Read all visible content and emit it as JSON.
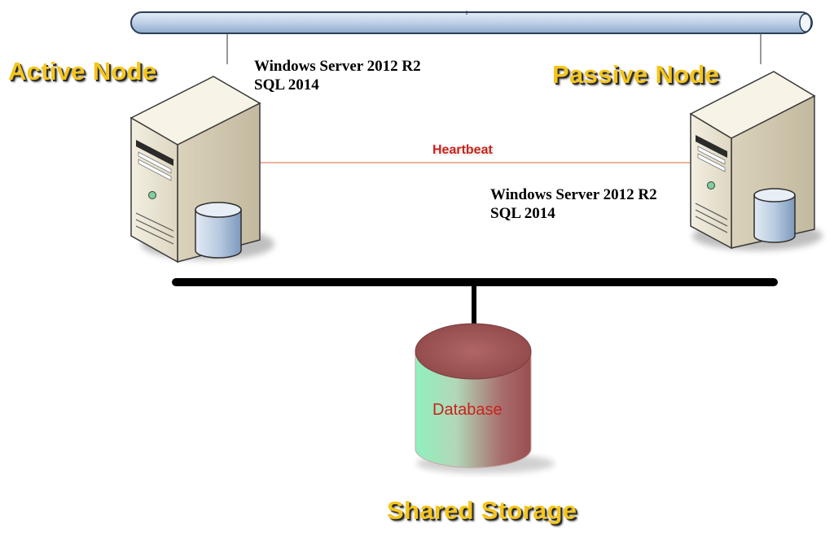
{
  "active_node": {
    "title": "Active Node",
    "os": "Windows Server 2012 R2",
    "sql": "SQL 2014"
  },
  "passive_node": {
    "title": "Passive Node",
    "os": "Windows Server 2012 R2",
    "sql": "SQL 2014"
  },
  "heartbeat": {
    "label": "Heartbeat"
  },
  "storage": {
    "db_label": "Database",
    "title": "Shared Storage"
  },
  "colors": {
    "title_yellow": "#f5c51b",
    "heartbeat_red": "#c8231b",
    "heartbeat_line": "#e29b7c",
    "network_pipe": "#c3d4ea",
    "bus_black": "#000000",
    "db_top": "#a35a5a",
    "db_body_left": "#8ff0bf",
    "db_body_right": "#9a4e4e"
  },
  "icons": [
    "network-pipe-icon",
    "server-tower-icon",
    "database-cylinder-icon"
  ]
}
